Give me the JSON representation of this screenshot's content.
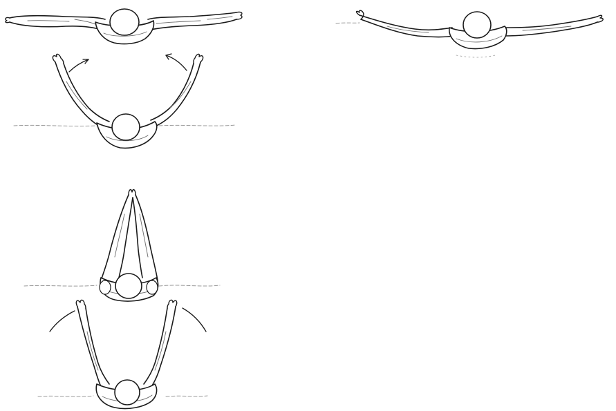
{
  "colors": {
    "background": "#ffffff",
    "ink": "#1a1a1a",
    "water": "#9a9a9a",
    "shade": "#6a6a6a"
  },
  "figures": [
    {
      "name": "arms-extended-sideways"
    },
    {
      "name": "arms-raised-v-sweep"
    },
    {
      "name": "arms-together-overhead"
    },
    {
      "name": "arms-open-wide-start"
    },
    {
      "name": "arms-extended-glide"
    }
  ]
}
